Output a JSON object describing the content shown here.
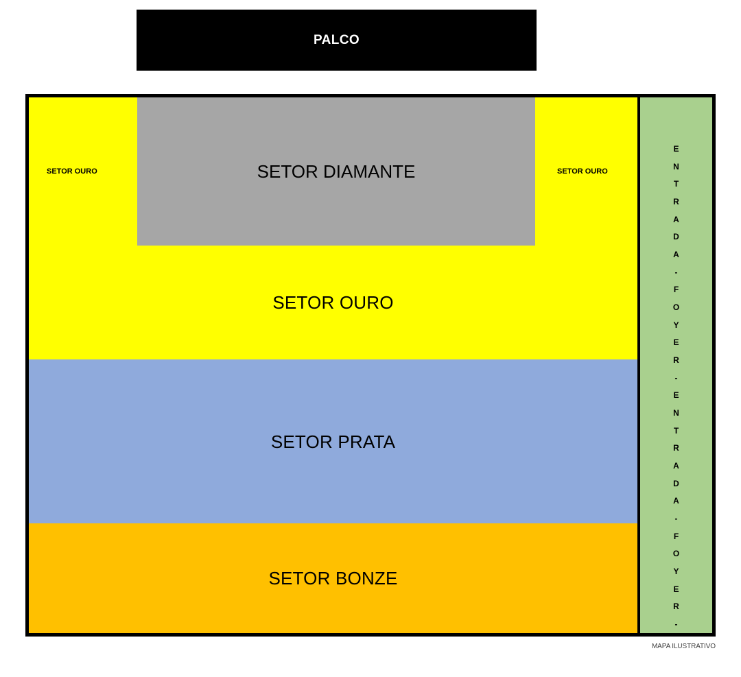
{
  "stage": {
    "label": "PALCO"
  },
  "map": {
    "caption": "MAPA ILUSTRATIVO",
    "colors": {
      "stage": "#000000",
      "diamante": "#a6a6a6",
      "ouro": "#ffff00",
      "prata": "#8faadc",
      "bonze": "#ffc000",
      "foyer": "#a9d08e",
      "border": "#000000"
    }
  },
  "sectors": {
    "diamante": {
      "label": "SETOR DIAMANTE"
    },
    "ouro": {
      "label": "SETOR OURO"
    },
    "prata": {
      "label": "SETOR PRATA"
    },
    "bonze": {
      "label": "SETOR BONZE"
    },
    "ouro_left": {
      "label": "SETOR OURO"
    },
    "ouro_right": {
      "label": "SETOR OURO"
    }
  },
  "foyer": {
    "text": "ENTRADA - FOYER - ENTRADA - FOYER -",
    "characters": [
      "E",
      "N",
      "T",
      "R",
      "A",
      "D",
      "A",
      "-",
      "F",
      "O",
      "Y",
      "E",
      "R",
      "-",
      "E",
      "N",
      "T",
      "R",
      "A",
      "D",
      "A",
      "-",
      "F",
      "O",
      "Y",
      "E",
      "R",
      "-"
    ]
  }
}
